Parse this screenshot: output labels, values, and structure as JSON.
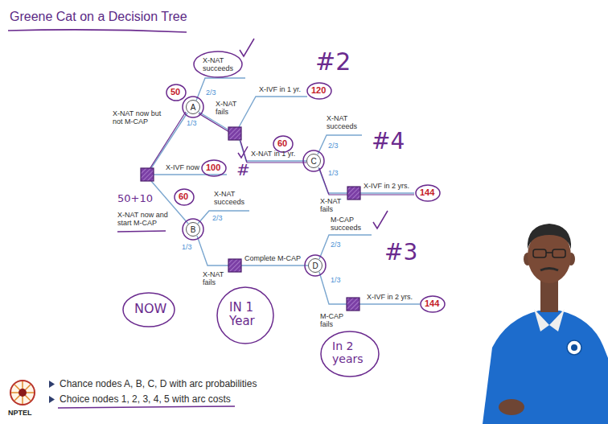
{
  "diagram": {
    "title": "Greene Cat on a Decision Tree",
    "nodes": [
      {
        "text": [
          "A"
        ]
      },
      {
        "text": [
          "B"
        ]
      },
      {
        "text": [
          "C"
        ]
      },
      {
        "text": [
          "D"
        ]
      }
    ],
    "labels": [
      "X-NAT succeeds",
      "2/3",
      "X-NAT fails",
      "1/3",
      "X-NAT now but not M-CAP",
      "50",
      "X-IVF in 1 yr.",
      "120",
      "X-NAT in 1 yr.",
      "60",
      "X-NAT succeeds",
      "2/3",
      "1/3",
      "X-NAT fails",
      "X-IVF in 2 yrs.",
      "144",
      "#2",
      "#4",
      "X-IVF now",
      "100",
      "#",
      "50+10",
      "X-NAT now and start M-CAP",
      "60",
      "X-NAT succeeds",
      "2/3",
      "1/3",
      "X-NAT fails",
      "Complete M-CAP",
      "M-CAP succeeds",
      "2/3",
      "1/3",
      "M-CAP fails",
      "X-IVF in 2 yrs.",
      "144",
      "#3",
      "NOW",
      "IN 1 Year",
      "In 2 years",
      "Chance nodes A, B, C, D with arc probabilities",
      "Choice nodes 1, 2, 3, 4, 5 with arc costs",
      "NPTEL"
    ]
  }
}
